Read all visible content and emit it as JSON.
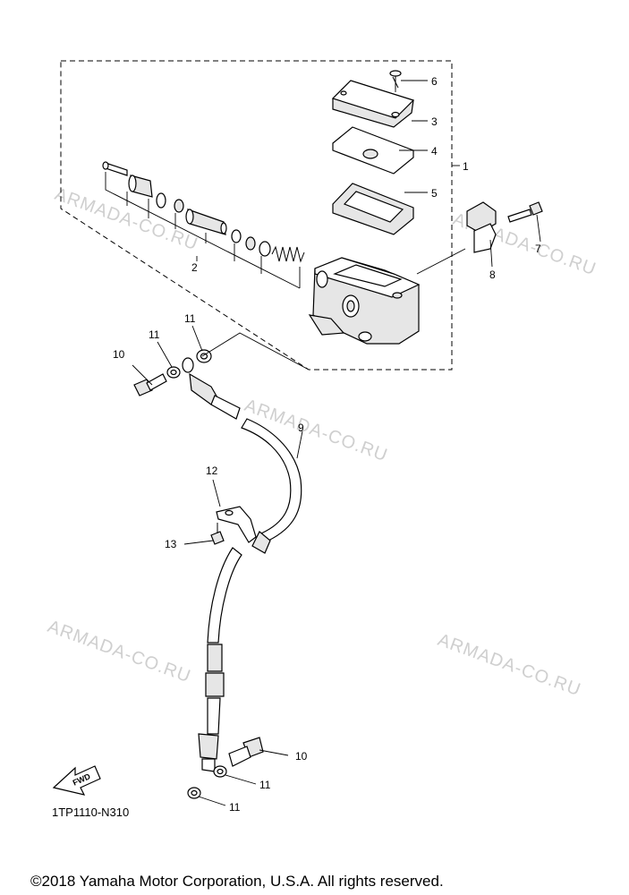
{
  "watermark": "ARMADA-CO.RU",
  "diagram_code": "1TP1110-N310",
  "fwd_label": "FWD",
  "copyright": "©2018 Yamaha Motor Corporation, U.S.A. All rights reserved.",
  "callouts": {
    "c1": "1",
    "c2": "2",
    "c3": "3",
    "c4": "4",
    "c5": "5",
    "c6": "6",
    "c7": "7",
    "c8": "8",
    "c9": "9",
    "c10a": "10",
    "c10b": "10",
    "c11a": "11",
    "c11b": "11",
    "c11c": "11",
    "c11d": "11",
    "c12": "12",
    "c13": "13"
  }
}
